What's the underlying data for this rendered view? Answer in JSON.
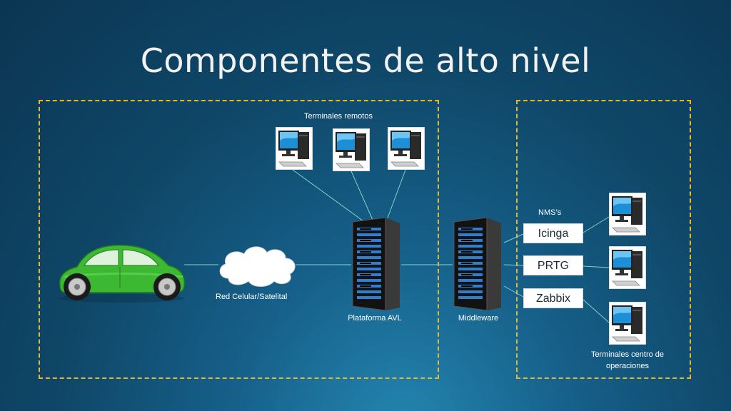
{
  "title": "Componentes de alto nivel",
  "labels": {
    "remote_terminals": "Terminales remotos",
    "network": "Red Celular/Satelital",
    "avl_platform": "Plataforma AVL",
    "middleware": "Middleware",
    "nms": "NMS’s",
    "ops_terminals_line1": "Terminales centro de",
    "ops_terminals_line2": "operaciones"
  },
  "nms_tools": [
    "Icinga",
    "PRTG",
    "Zabbix"
  ],
  "colors": {
    "dash": "#e8b828",
    "connector": "#7fd4c4",
    "car": "#3cb832",
    "screen": "#1d8fd6"
  },
  "icons": {
    "vehicle": "car-icon",
    "cloud": "cloud-icon",
    "server": "server-rack-icon",
    "terminal": "desktop-computer-icon"
  }
}
